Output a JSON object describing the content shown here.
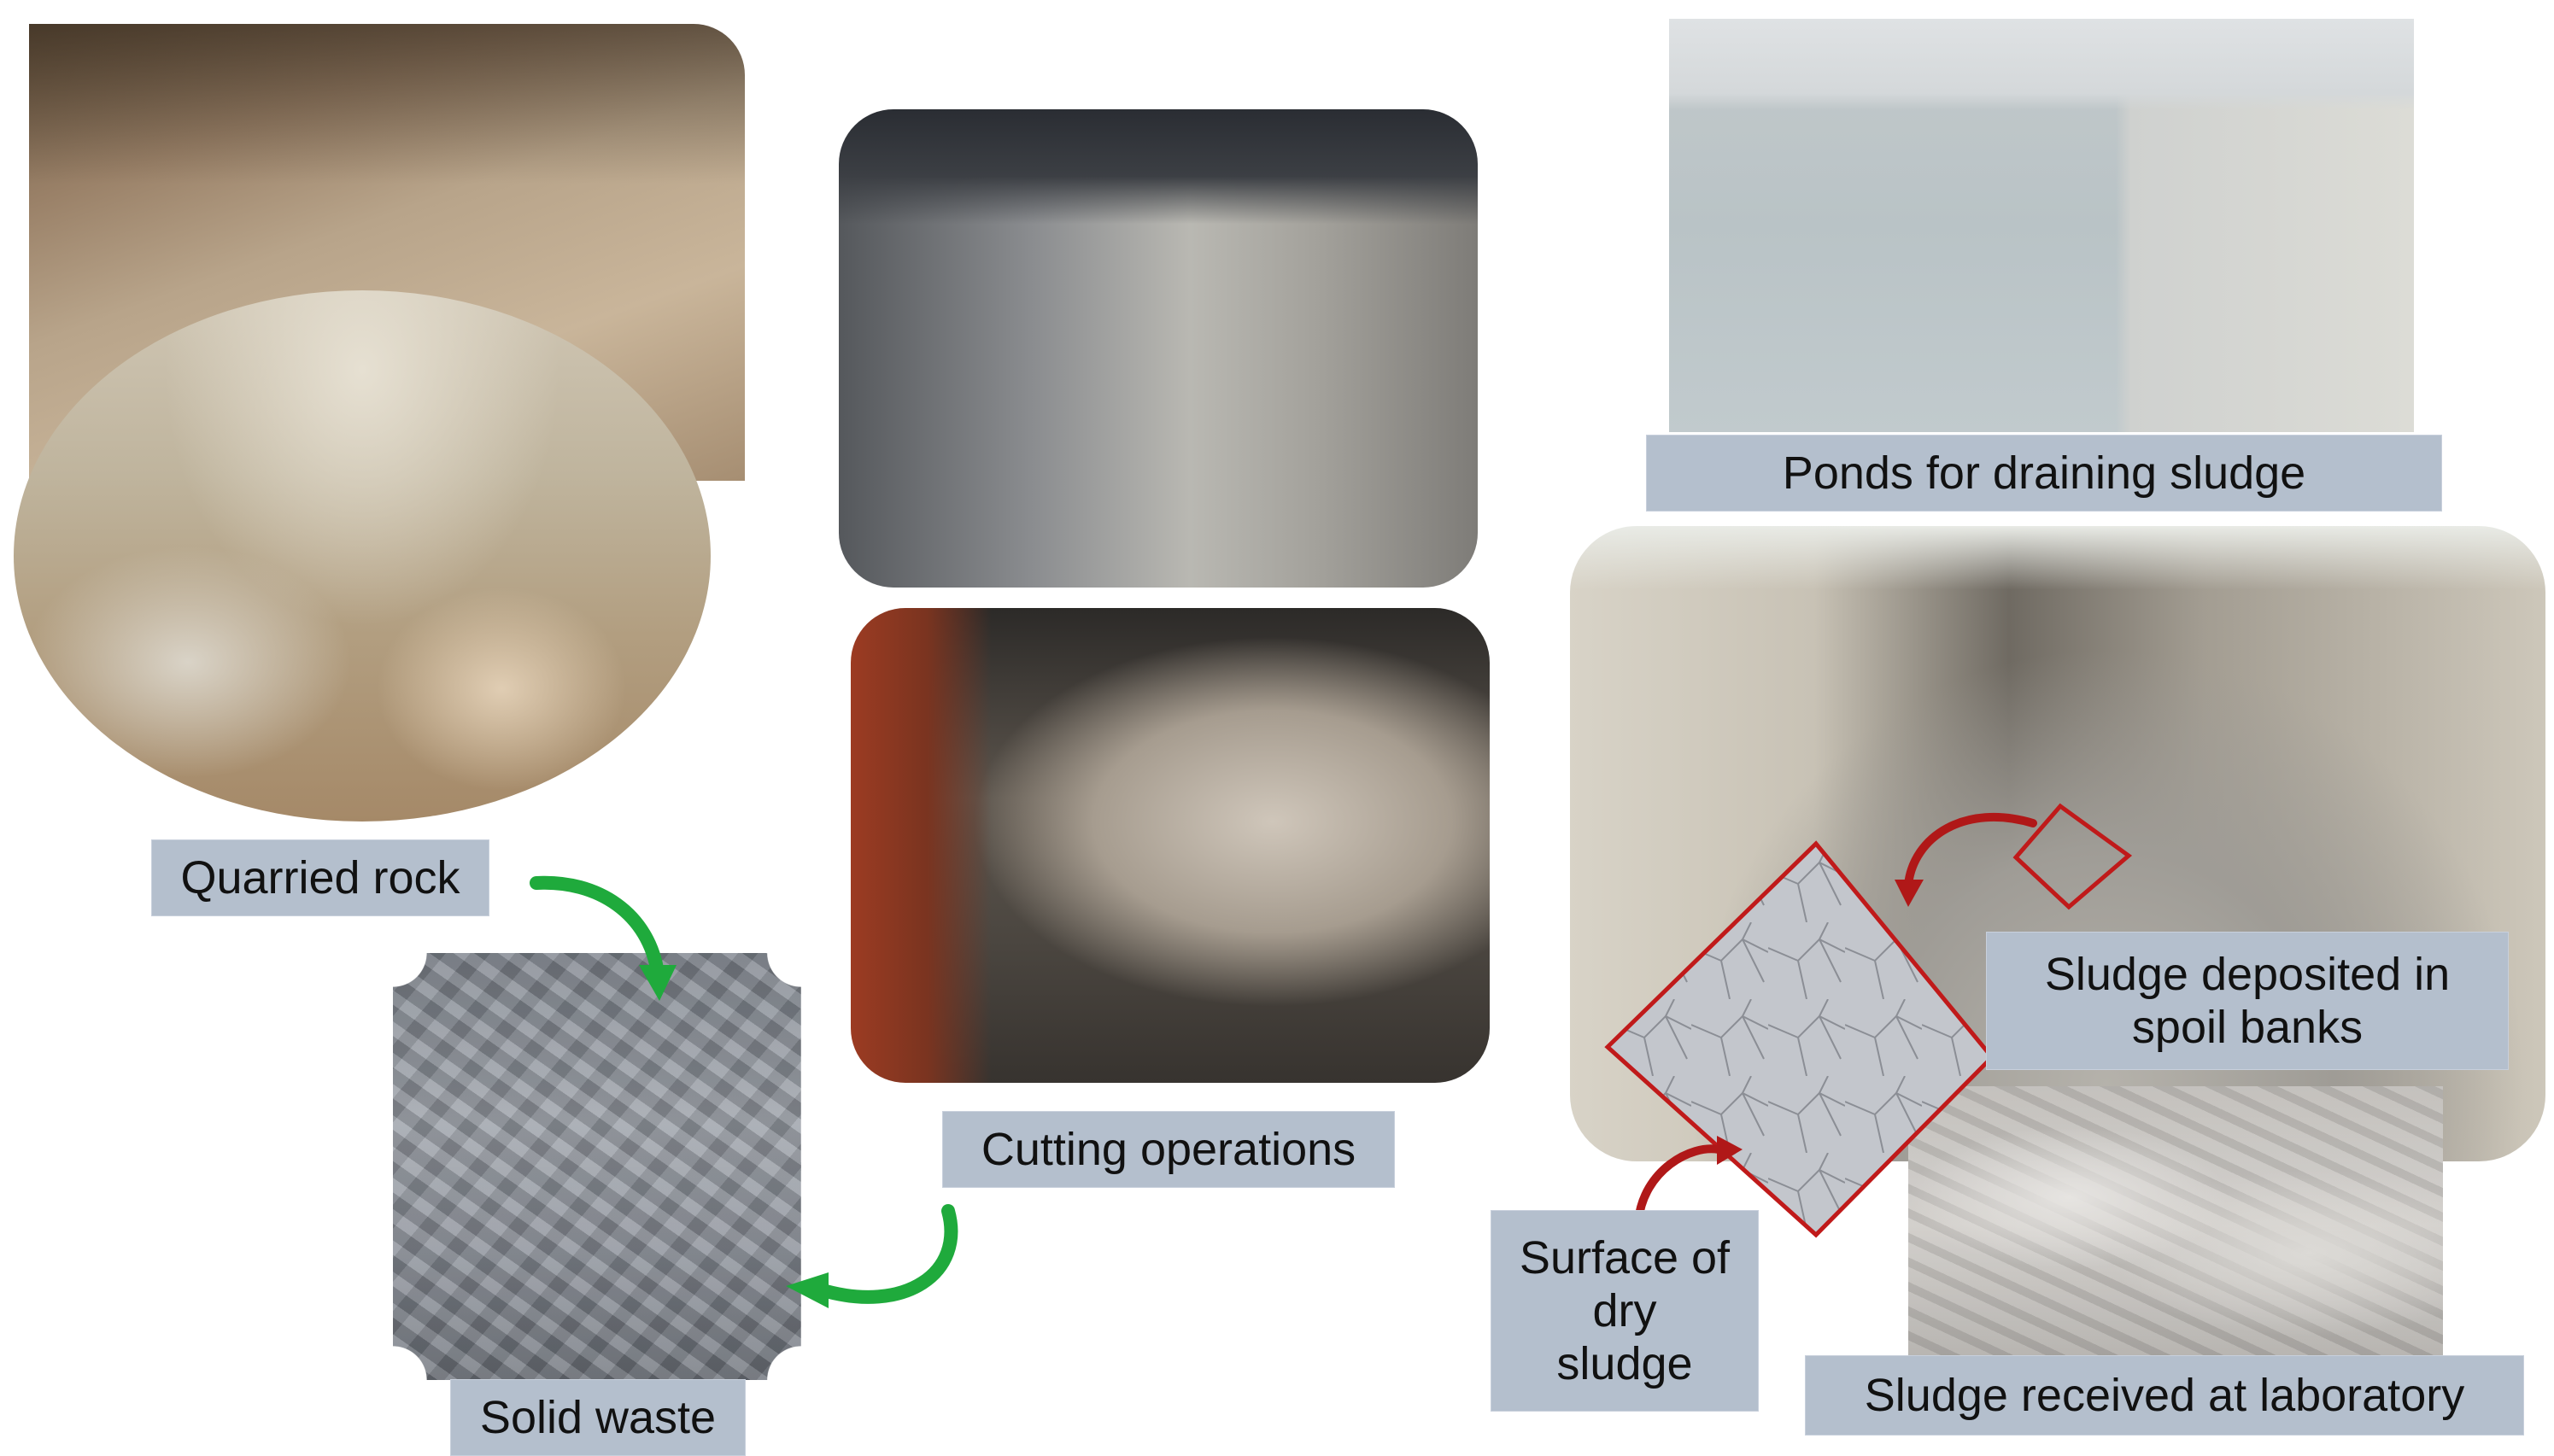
{
  "labels": {
    "quarried_rock": "Quarried rock",
    "solid_waste": "Solid waste",
    "cutting_operations": "Cutting operations",
    "ponds": "Ponds for draining sludge",
    "sludge_spoil": "Sludge deposited in\nspoil banks",
    "surface_dry": "Surface of\ndry\nsludge",
    "sludge_lab": "Sludge received at laboratory"
  },
  "colors": {
    "label_bg": "#b4bfcd",
    "green_arrow": "#1faa3c",
    "red_arrow": "#b01818",
    "red_outline": "#c01a1a"
  }
}
